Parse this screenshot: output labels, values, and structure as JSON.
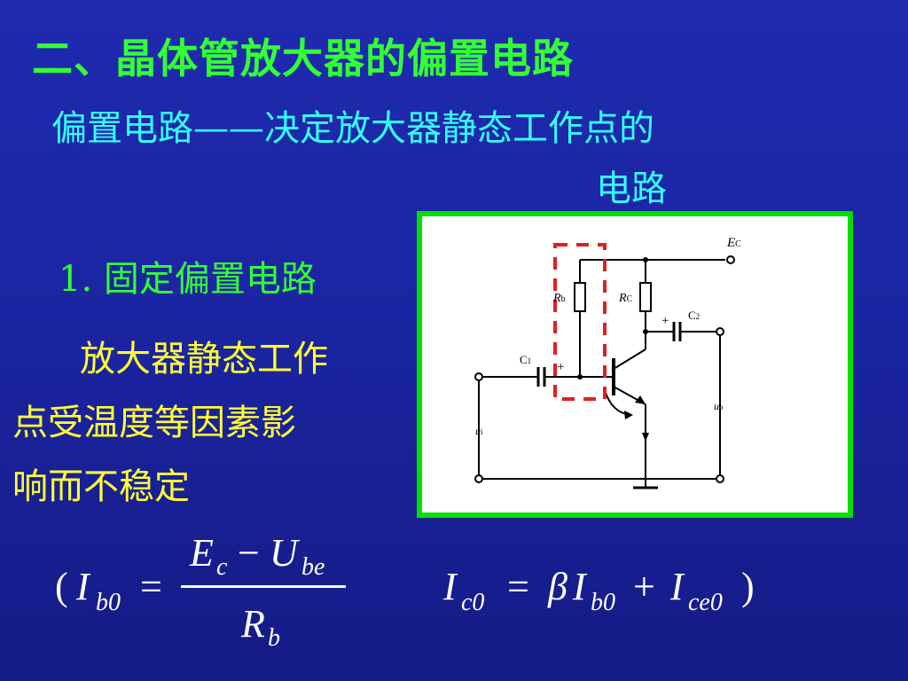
{
  "title": "二、晶体管放大器的偏置电路",
  "subtitle": {
    "line1": "偏置电路——决定放大器静态工作点的",
    "line2": "电路"
  },
  "section": "1. 固定偏置电路",
  "description": {
    "line1": "放大器静态工作",
    "line2": "点受温度等因素影",
    "line3": "响而不稳定"
  },
  "circuit": {
    "labels": {
      "ec": "E",
      "ec_sub": "C",
      "rb": "R",
      "rb_sub": "b",
      "rc": "R",
      "rc_sub": "C",
      "c1": "C",
      "c1_sub": "1",
      "c2": "C",
      "c2_sub": "2",
      "ui": "u",
      "ui_sub": "i",
      "uo": "u",
      "uo_sub": "o",
      "plus1": "+",
      "plus2": "+"
    },
    "colors": {
      "highlight_box": "#e02020",
      "frame": "#00e000"
    }
  },
  "formula1": {
    "open_paren": "(",
    "lhs": "I",
    "lhs_sub": "b0",
    "equals": "=",
    "numerator": "E",
    "numerator_sub": "c",
    "minus": "−",
    "numerator2": "U",
    "numerator2_sub": "be",
    "denominator": "R",
    "denominator_sub": "b"
  },
  "formula2": {
    "lhs": "I",
    "lhs_sub": "c0",
    "equals": "=",
    "beta": "β",
    "term1": "I",
    "term1_sub": "b0",
    "plus": "+",
    "term2": "I",
    "term2_sub": "ce0",
    "close_paren": ")"
  }
}
